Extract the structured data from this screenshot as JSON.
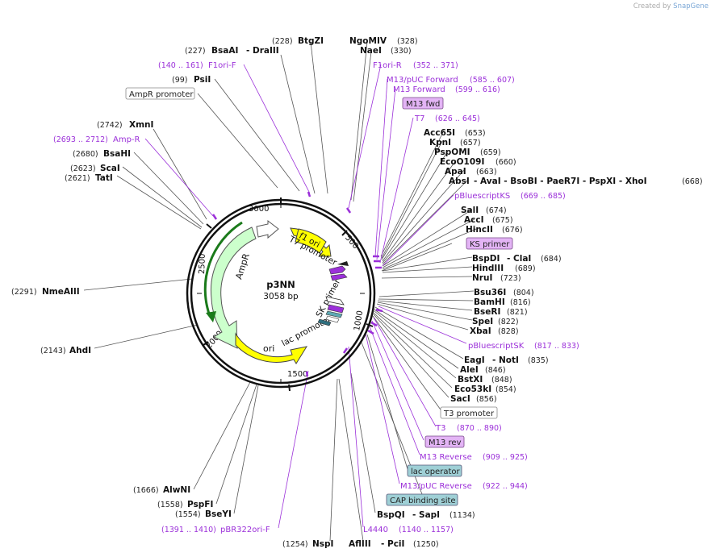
{
  "credit": {
    "prefix": "Created by",
    "brand": "SnapGene"
  },
  "plasmid": {
    "name": "p3NN",
    "size": "3058 bp"
  },
  "ring_ticks": [
    "500",
    "1000",
    "1500",
    "2000",
    "2500",
    "3000"
  ],
  "features": {
    "f1_ori": "f1 ori",
    "ampr": "AmpR",
    "ori": "ori",
    "t7_promoter": "T7 promoter",
    "sk_primer": "SK primer",
    "lac_promoter": "lac promoter"
  },
  "sites": [
    {
      "name": "BsaAI",
      "num": "(227)",
      "extra": "- DraIII"
    },
    {
      "name": "BtgZI",
      "num": "(228)"
    },
    {
      "name": "NgoMIV",
      "num": "(328)"
    },
    {
      "name": "NaeI",
      "num": "(330)"
    },
    {
      "name": "PsiI",
      "num": "(99)"
    },
    {
      "name": "XmnI",
      "num": "(2742)"
    },
    {
      "name": "BsaHI",
      "num": "(2680)"
    },
    {
      "name": "ScaI",
      "num": "(2623)"
    },
    {
      "name": "TatI",
      "num": "(2621)"
    },
    {
      "name": "NmeAIII",
      "num": "(2291)"
    },
    {
      "name": "AhdI",
      "num": "(2143)"
    },
    {
      "name": "AlwNI",
      "num": "(1666)"
    },
    {
      "name": "PspFI",
      "num": "(1558)"
    },
    {
      "name": "BseYI",
      "num": "(1554)"
    },
    {
      "name": "NspI",
      "num": "(1254)"
    },
    {
      "name": "AflIII",
      "extra": "- PciI",
      "num": "(1250)"
    },
    {
      "name": "BspQI",
      "extra": "- SapI",
      "num": "(1134)"
    },
    {
      "name": "Acc65I",
      "num": "(653)"
    },
    {
      "name": "KpnI",
      "num": "(657)"
    },
    {
      "name": "PspOMI",
      "num": "(659)"
    },
    {
      "name": "EcoO109I",
      "num": "(660)"
    },
    {
      "name": "ApaI",
      "num": "(663)"
    },
    {
      "name": "AbsI",
      "extra": "- AvaI - BsoBI - PaeR7I - PspXI - XhoI",
      "num": "(668)"
    },
    {
      "name": "SalI",
      "num": "(674)"
    },
    {
      "name": "AccI",
      "num": "(675)"
    },
    {
      "name": "HincII",
      "num": "(676)"
    },
    {
      "name": "BspDI",
      "extra": "- ClaI",
      "num": "(684)"
    },
    {
      "name": "HindIII",
      "num": "(689)"
    },
    {
      "name": "NruI",
      "num": "(723)"
    },
    {
      "name": "Bsu36I",
      "num": "(804)"
    },
    {
      "name": "BamHI",
      "num": "(816)"
    },
    {
      "name": "BseRI",
      "num": "(821)"
    },
    {
      "name": "SpeI",
      "num": "(822)"
    },
    {
      "name": "XbaI",
      "num": "(828)"
    },
    {
      "name": "EagI",
      "extra": "- NotI",
      "num": "(835)"
    },
    {
      "name": "AleI",
      "num": "(846)"
    },
    {
      "name": "BstXI",
      "num": "(848)"
    },
    {
      "name": "Eco53kI",
      "num": "(854)"
    },
    {
      "name": "SacI",
      "num": "(856)"
    }
  ],
  "primers": [
    {
      "name": "F1ori-F",
      "range": "(140 .. 161)"
    },
    {
      "name": "Amp-R",
      "range": "(2693 .. 2712)"
    },
    {
      "name": "F1ori-R",
      "range": "(352 .. 371)"
    },
    {
      "name": "M13/pUC Forward",
      "range": "(585 .. 607)"
    },
    {
      "name": "M13 Forward",
      "range": "(599 .. 616)"
    },
    {
      "name": "T7",
      "range": "(626 .. 645)"
    },
    {
      "name": "pBluescriptKS",
      "range": "(669 .. 685)"
    },
    {
      "name": "pBluescriptSK",
      "range": "(817 .. 833)"
    },
    {
      "name": "T3",
      "range": "(870 .. 890)"
    },
    {
      "name": "M13 Reverse",
      "range": "(909 .. 925)"
    },
    {
      "name": "M13/pUC Reverse",
      "range": "(922 .. 944)"
    },
    {
      "name": "L4440",
      "range": "(1140 .. 1157)"
    },
    {
      "name": "pBR322ori-F",
      "range": "(1391 .. 1410)"
    }
  ],
  "boxed": {
    "ampr_promoter": "AmpR promoter",
    "m13_fwd": "M13 fwd",
    "ks_primer": "KS primer",
    "t3_promoter": "T3 promoter",
    "m13_rev": "M13 rev",
    "lac_operator": "lac operator",
    "cap_site": "CAP binding site"
  },
  "colors": {
    "purple": "#9b30d9",
    "feature_yellow": "#ffff00",
    "ampr_green": "#ccffcc",
    "box_purple": "#e3b4f5",
    "box_teal": "#9fd0d6"
  }
}
